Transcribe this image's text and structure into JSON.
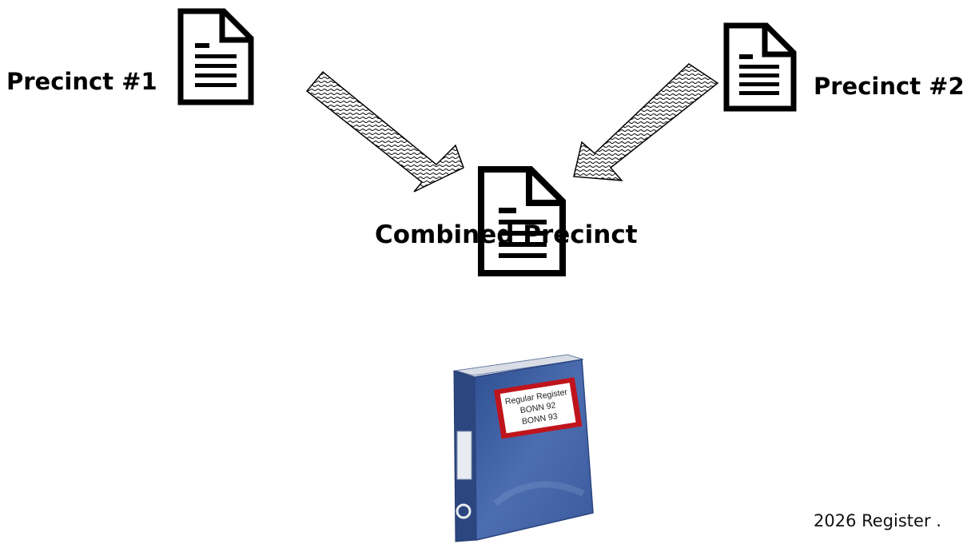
{
  "labels": {
    "precinct1": "Precinct #1",
    "precinct2": "Precinct #2",
    "combined": "Combined Precinct",
    "footer": "2026 Register ."
  },
  "binder": {
    "label_lines": [
      "Regular Register",
      "BONN 92",
      "BONN 93"
    ],
    "cover_color": "#3d5ea0",
    "label_border_color": "#c0141c"
  },
  "icons": [
    "document-icon",
    "document-icon",
    "document-icon",
    "arrow-icon",
    "arrow-icon",
    "binder-icon"
  ]
}
